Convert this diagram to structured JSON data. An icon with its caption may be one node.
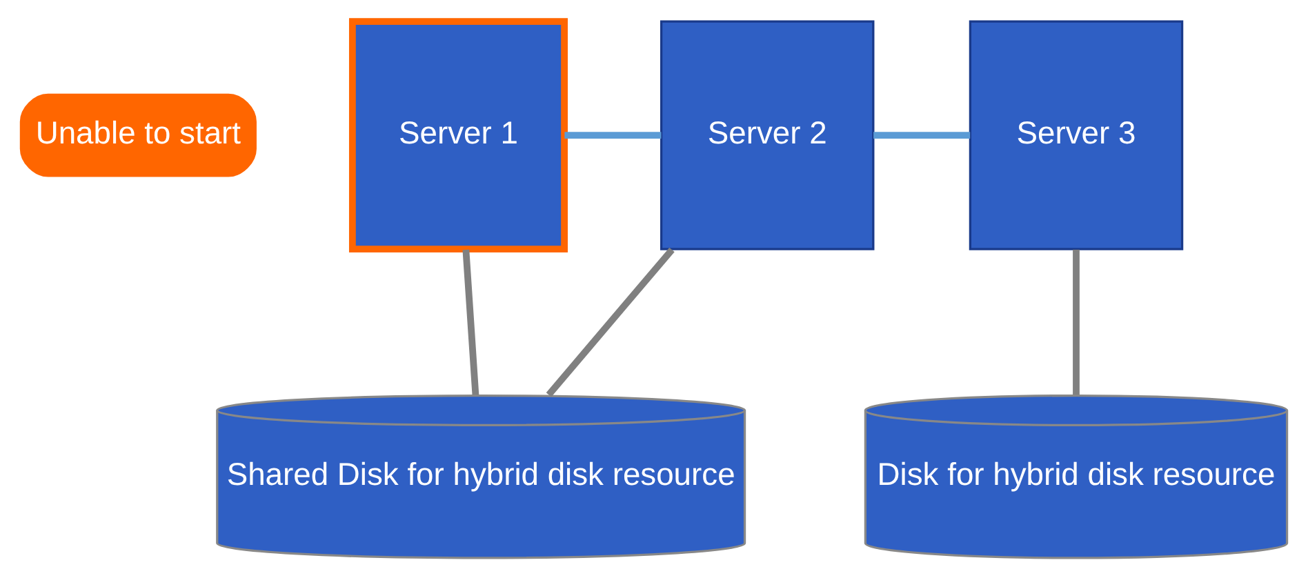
{
  "diagram": {
    "nodes": [
      {
        "text": [
          "Server 1"
        ]
      },
      {
        "text": [
          "Server 2"
        ]
      },
      {
        "text": [
          "Server 3"
        ]
      },
      {
        "text": [
          "Unable to start"
        ]
      },
      {
        "text": [
          "Shared Disk for hybrid disk resource"
        ]
      },
      {
        "text": [
          "Disk for hybrid disk resource"
        ]
      }
    ],
    "edges": [
      {
        "from": 0,
        "to": 1,
        "arrow": "none",
        "color": "#5b9bd5"
      },
      {
        "from": 1,
        "to": 2,
        "arrow": "none",
        "color": "#5b9bd5"
      },
      {
        "from": 0,
        "to": 4,
        "arrow": "none"
      },
      {
        "from": 1,
        "to": 4,
        "arrow": "none"
      },
      {
        "from": 2,
        "to": 5,
        "arrow": "none"
      }
    ]
  }
}
